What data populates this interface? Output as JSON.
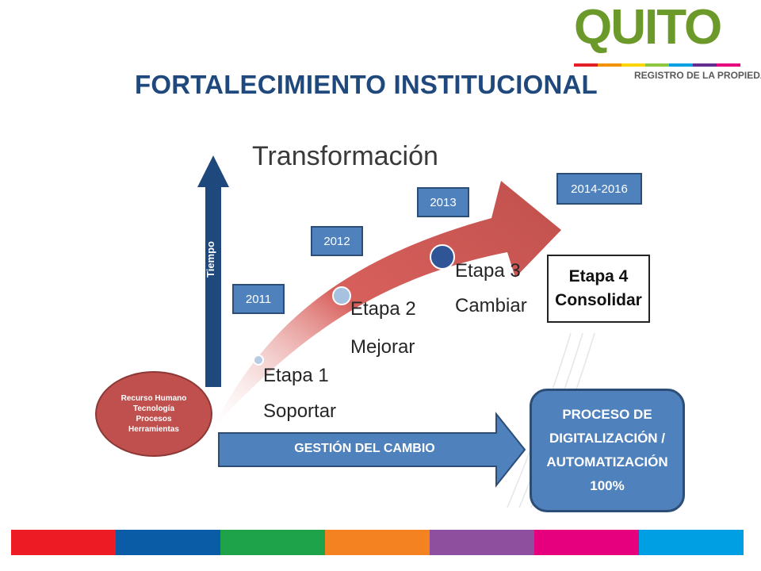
{
  "title": "FORTALECIMIENTO INSTITUCIONAL",
  "logo": {
    "word": "QUITO",
    "subtitle": "REGISTRO DE LA PROPIEDAD",
    "stripe_colors": [
      "#e31e24",
      "#f39200",
      "#ffd500",
      "#8dc63f",
      "#00a0e3",
      "#662d91",
      "#e6007e"
    ]
  },
  "diagram": {
    "heading": "Transformación",
    "time_axis_label": "Tiempo",
    "years": [
      "2011",
      "2012",
      "2013",
      "2014-2016"
    ],
    "stages": [
      {
        "name": "Etapa 1",
        "action": "Soportar"
      },
      {
        "name": "Etapa 2",
        "action": "Mejorar"
      },
      {
        "name": "Etapa 3",
        "action": "Cambiar"
      },
      {
        "name": "Etapa 4",
        "action": "Consolidar"
      }
    ],
    "resources": [
      "Recurso Humano",
      "Tecnología",
      "Procesos",
      "Herramientas"
    ],
    "change_label": "GESTIÓN DEL CAMBIO",
    "process_lines": [
      "PROCESO DE",
      "DIGITALIZACIÓN /",
      "AUTOMATIZACIÓN",
      "100%"
    ]
  },
  "bottom_bar_colors": [
    "#ed1c24",
    "#0b5ca6",
    "#1fa34a",
    "#f58220",
    "#8e4f9e",
    "#e6007e",
    "#009fe3"
  ]
}
